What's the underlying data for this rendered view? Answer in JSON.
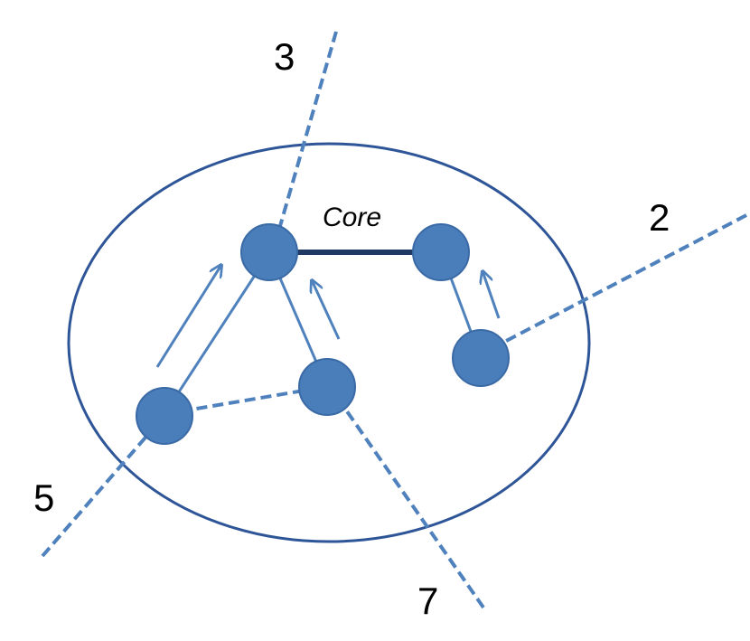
{
  "diagram": {
    "region": {
      "name": "ellipse-region"
    },
    "core_label": "Core",
    "external_links": [
      {
        "id": "link-3",
        "label": "3"
      },
      {
        "id": "link-2",
        "label": "2"
      },
      {
        "id": "link-5",
        "label": "5"
      },
      {
        "id": "link-7",
        "label": "7"
      }
    ],
    "nodes": [
      {
        "id": "node-core-left"
      },
      {
        "id": "node-core-right"
      },
      {
        "id": "node-bottom-left"
      },
      {
        "id": "node-middle"
      },
      {
        "id": "node-right"
      }
    ],
    "colors": {
      "node_fill": "#4a7ebb",
      "node_stroke": "#3a6aa5",
      "line": "#4f81bd",
      "core_link": "#1f3864",
      "ellipse": "#2e5597"
    }
  }
}
